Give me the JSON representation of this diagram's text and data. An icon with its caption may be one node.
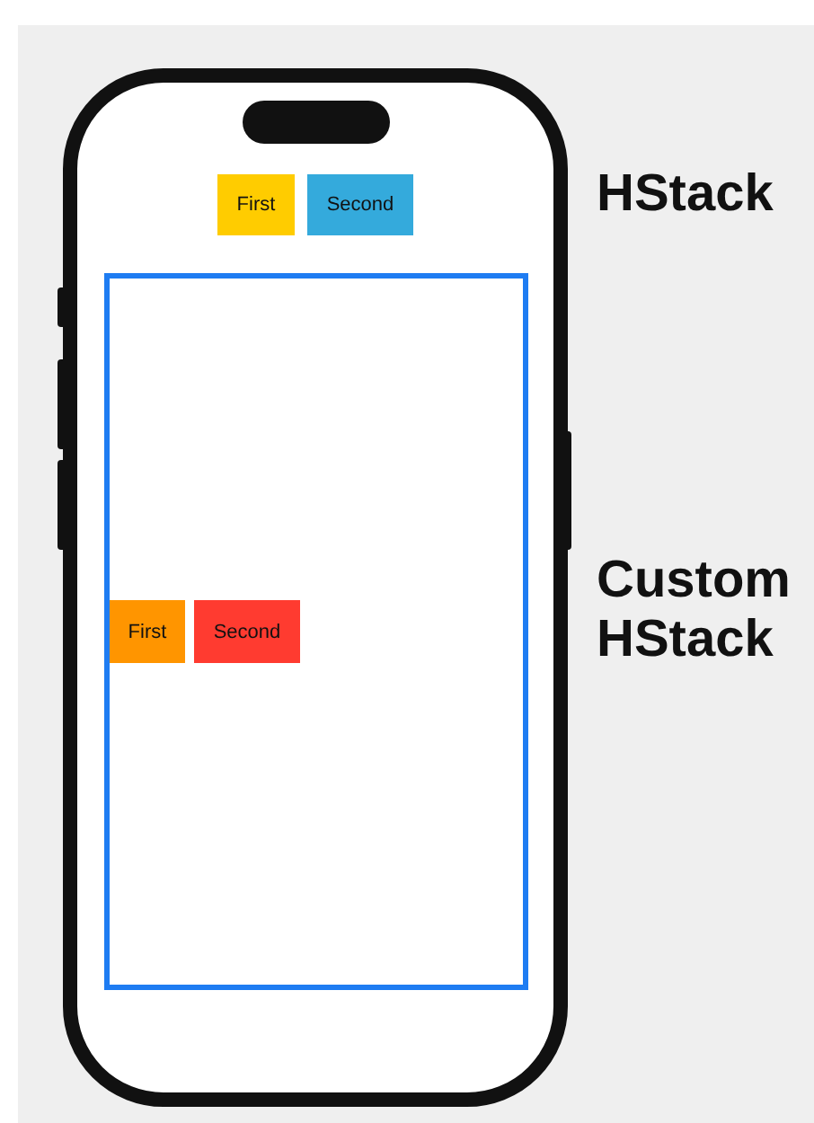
{
  "diagram": {
    "nodes": [
      {
        "text": [
          "First"
        ]
      },
      {
        "text": [
          "Second"
        ]
      },
      {
        "text": [],
        "shape": "box"
      },
      {
        "text": [
          "First"
        ],
        "in": 2
      },
      {
        "text": [
          "Second"
        ],
        "in": 2
      }
    ],
    "edges": [],
    "labels": [
      "HStack",
      "Custom HStack"
    ]
  }
}
